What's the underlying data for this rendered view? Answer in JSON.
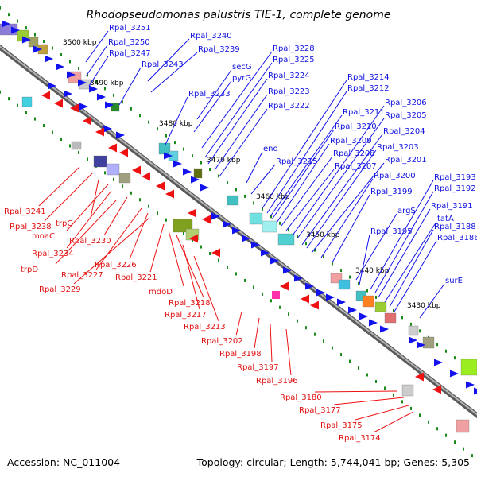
{
  "title": "Rhodopseudomonas palustris TIE-1, complete genome",
  "footer": {
    "accession": "Accession: NC_011004",
    "topology": "Topology: circular; Length: 5,744,041 bp; Genes: 5,305"
  },
  "colors": {
    "forward": "#1212ee",
    "reverse": "#ee1111",
    "backbone": "#8a8a8a",
    "tick": "#1a8a1a"
  },
  "kbp_ticks": [
    "3500 kbp",
    "3490 kbp",
    "3480 kbp",
    "3470 kbp",
    "3460 kbp",
    "3450 kbp",
    "3440 kbp",
    "3430 kbp"
  ],
  "blue_labels": [
    "Rpal_3251",
    "Rpal_3250",
    "Rpal_3247",
    "Rpal_3243",
    "Rpal_3240",
    "Rpal_3239",
    "secG",
    "pyrG",
    "Rpal_3233",
    "Rpal_3228",
    "Rpal_3225",
    "Rpal_3224",
    "Rpal_3223",
    "Rpal_3222",
    "eno",
    "Rpal_3215",
    "Rpal_3214",
    "Rpal_3212",
    "Rpal_3211",
    "Rpal_3210",
    "Rpal_3209",
    "Rpal_3208",
    "Rpal_3207",
    "Rpal_3206",
    "Rpal_3205",
    "Rpal_3204",
    "Rpal_3203",
    "Rpal_3201",
    "Rpal_3200",
    "Rpal_3199",
    "argS",
    "Rpal_3195",
    "Rpal_3193",
    "Rpal_3192",
    "Rpal_3191",
    "tatA",
    "Rpal_3188",
    "Rpal_3186",
    "surE"
  ],
  "red_labels": [
    "Rpal_3241",
    "Rpal_3238",
    "trpC",
    "moaC",
    "Rpal_3234",
    "Rpal_3230",
    "trpD",
    "Rpal_3227",
    "Rpal_3226",
    "Rpal_3229",
    "Rpal_3221",
    "mdoD",
    "Rpal_3218",
    "Rpal_3217",
    "Rpal_3213",
    "Rpal_3202",
    "Rpal_3198",
    "Rpal_3197",
    "Rpal_3196",
    "Rpal_3180",
    "Rpal_3177",
    "Rpal_3175",
    "Rpal_3174"
  ]
}
